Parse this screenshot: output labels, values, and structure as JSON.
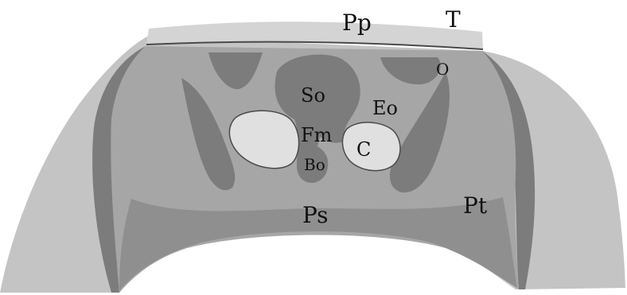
{
  "colors": {
    "light": "#c4c4c4",
    "mid": "#a6a6a6",
    "dark": "#7c7c7c",
    "plate": "#d4d4d4",
    "outline": "#4a4a4a",
    "bone": "#e0e0e0"
  },
  "labels": {
    "Pp": "Pp",
    "T": "T",
    "O": "O",
    "So": "So",
    "Eo": "Eo",
    "Fm": "Fm",
    "C": "C",
    "Bo": "Bo",
    "Ps": "Ps",
    "Pt": "Pt"
  }
}
